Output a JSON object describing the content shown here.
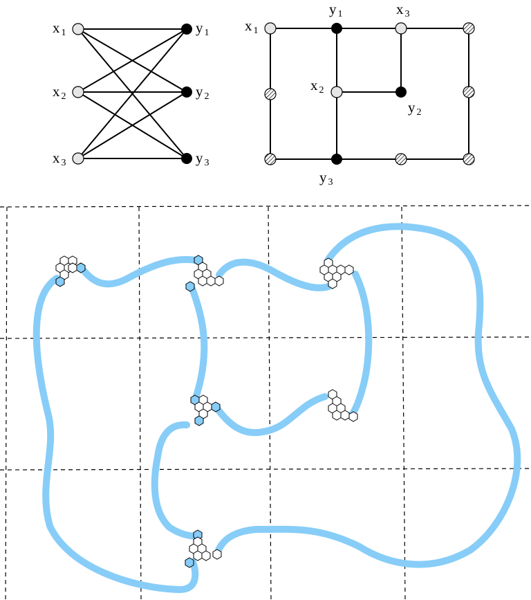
{
  "left_graph": {
    "labels": {
      "x1": {
        "base": "x",
        "sub": "1"
      },
      "x2": {
        "base": "x",
        "sub": "2"
      },
      "x3": {
        "base": "x",
        "sub": "3"
      },
      "y1": {
        "base": "y",
        "sub": "1"
      },
      "y2": {
        "base": "y",
        "sub": "2"
      },
      "y3": {
        "base": "y",
        "sub": "3"
      }
    }
  },
  "grid_graph": {
    "labels": {
      "x1": {
        "base": "x",
        "sub": "1"
      },
      "x2": {
        "base": "x",
        "sub": "2"
      },
      "x3": {
        "base": "x",
        "sub": "3"
      },
      "y1": {
        "base": "y",
        "sub": "1"
      },
      "y2": {
        "base": "y",
        "sub": "2"
      },
      "y3": {
        "base": "y",
        "sub": "3"
      }
    }
  },
  "colors": {
    "strand": "#87cdf8",
    "node_fill_white": "#e6e6e6",
    "node_fill_black": "#000000",
    "line": "#000000"
  }
}
